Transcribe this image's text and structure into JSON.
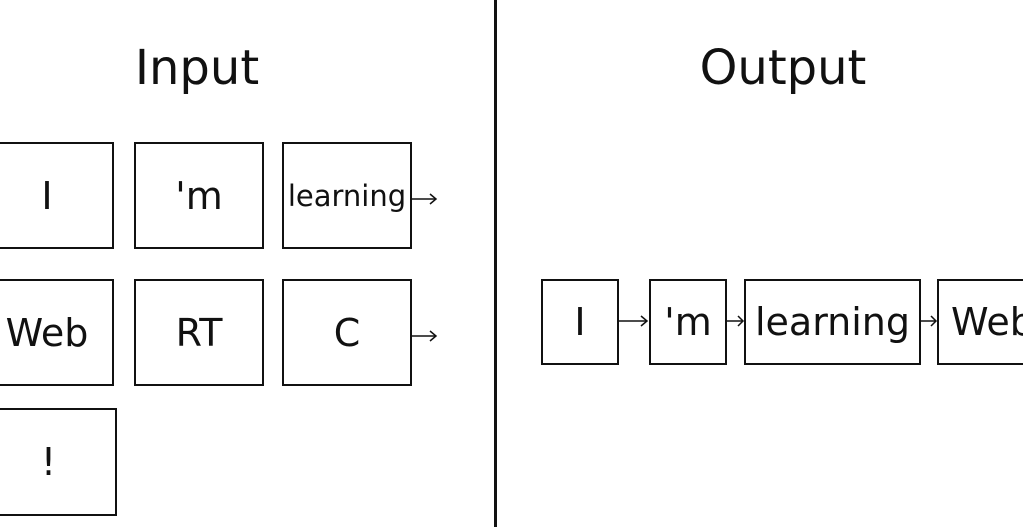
{
  "input": {
    "title": "Input",
    "tokens": [
      "I",
      "'m",
      "learning",
      "Web",
      "RT",
      "C",
      "!"
    ]
  },
  "output": {
    "title": "Output",
    "tokens": [
      "I",
      "'m",
      "learning",
      "Web"
    ]
  }
}
